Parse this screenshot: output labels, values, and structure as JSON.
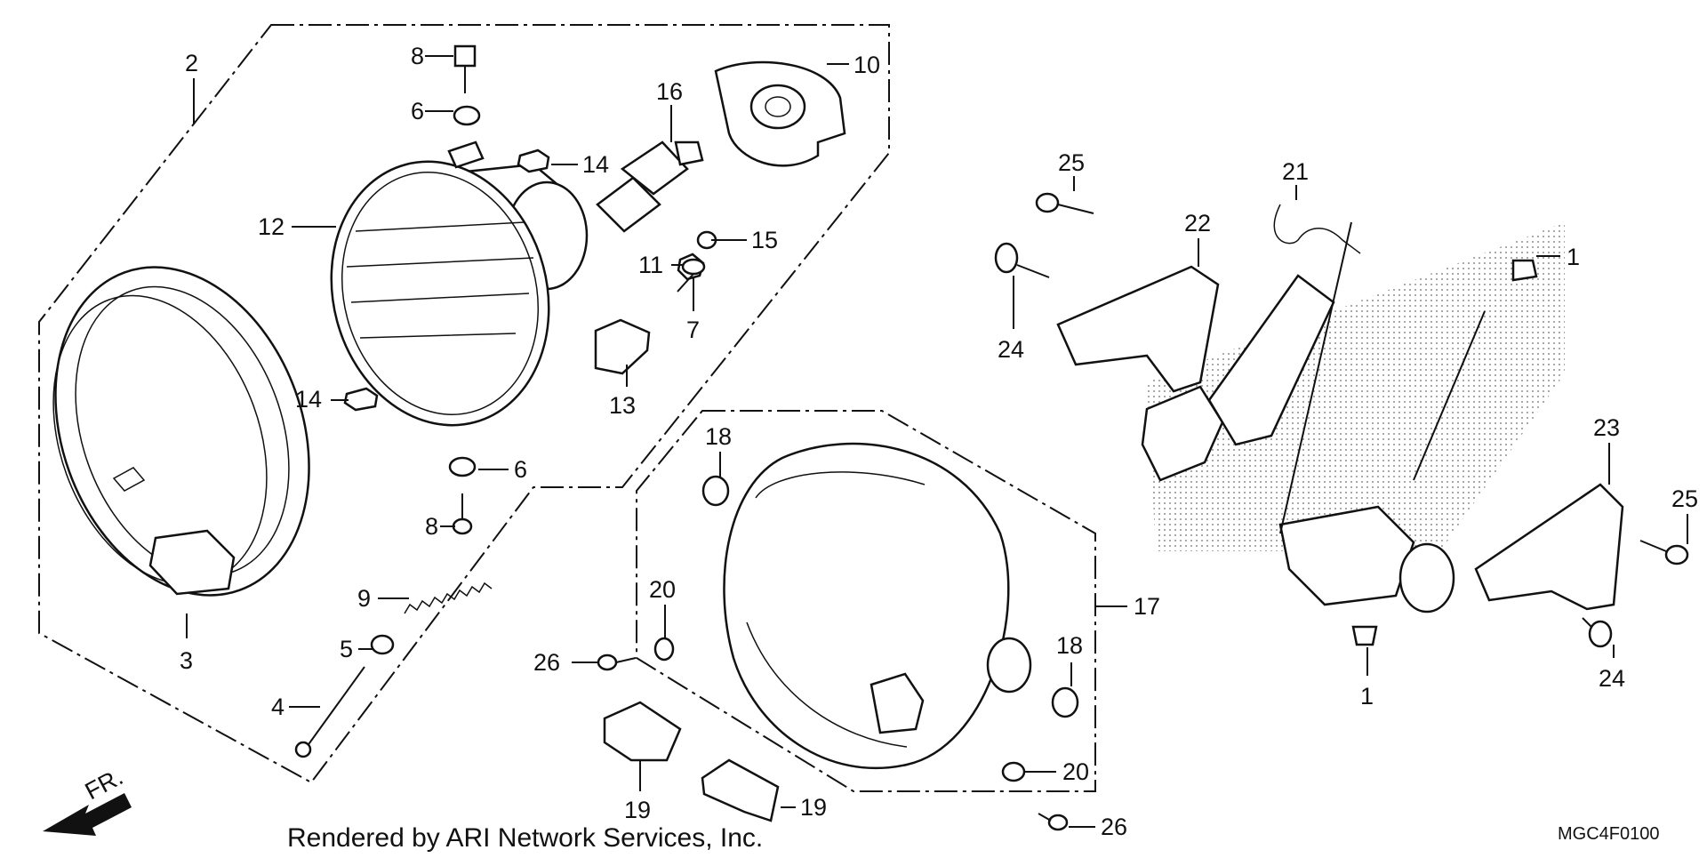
{
  "diagram": {
    "footer_credit": "Rendered by ARI Network Services, Inc.",
    "diagram_code": "MGC4F0100",
    "front_arrow_label": "FR.",
    "callouts": [
      {
        "id": "c-2",
        "text": "2"
      },
      {
        "id": "c-3",
        "text": "3"
      },
      {
        "id": "c-8a",
        "text": "8"
      },
      {
        "id": "c-6a",
        "text": "6"
      },
      {
        "id": "c-12",
        "text": "12"
      },
      {
        "id": "c-14a",
        "text": "14"
      },
      {
        "id": "c-10",
        "text": "10"
      },
      {
        "id": "c-16",
        "text": "16"
      },
      {
        "id": "c-15",
        "text": "15"
      },
      {
        "id": "c-11",
        "text": "11"
      },
      {
        "id": "c-7",
        "text": "7"
      },
      {
        "id": "c-13",
        "text": "13"
      },
      {
        "id": "c-14b",
        "text": "14"
      },
      {
        "id": "c-6b",
        "text": "6"
      },
      {
        "id": "c-8b",
        "text": "8"
      },
      {
        "id": "c-9",
        "text": "9"
      },
      {
        "id": "c-5",
        "text": "5"
      },
      {
        "id": "c-4",
        "text": "4"
      },
      {
        "id": "c-18a",
        "text": "18"
      },
      {
        "id": "c-20a",
        "text": "20"
      },
      {
        "id": "c-26a",
        "text": "26"
      },
      {
        "id": "c-19a",
        "text": "19"
      },
      {
        "id": "c-19b",
        "text": "19"
      },
      {
        "id": "c-17",
        "text": "17"
      },
      {
        "id": "c-18b",
        "text": "18"
      },
      {
        "id": "c-20b",
        "text": "20"
      },
      {
        "id": "c-26b",
        "text": "26"
      },
      {
        "id": "c-25a",
        "text": "25"
      },
      {
        "id": "c-21",
        "text": "21"
      },
      {
        "id": "c-22",
        "text": "22"
      },
      {
        "id": "c-24a",
        "text": "24"
      },
      {
        "id": "c-1a",
        "text": "1"
      },
      {
        "id": "c-23",
        "text": "23"
      },
      {
        "id": "c-25b",
        "text": "25"
      },
      {
        "id": "c-24b",
        "text": "24"
      },
      {
        "id": "c-1b",
        "text": "1"
      }
    ]
  }
}
